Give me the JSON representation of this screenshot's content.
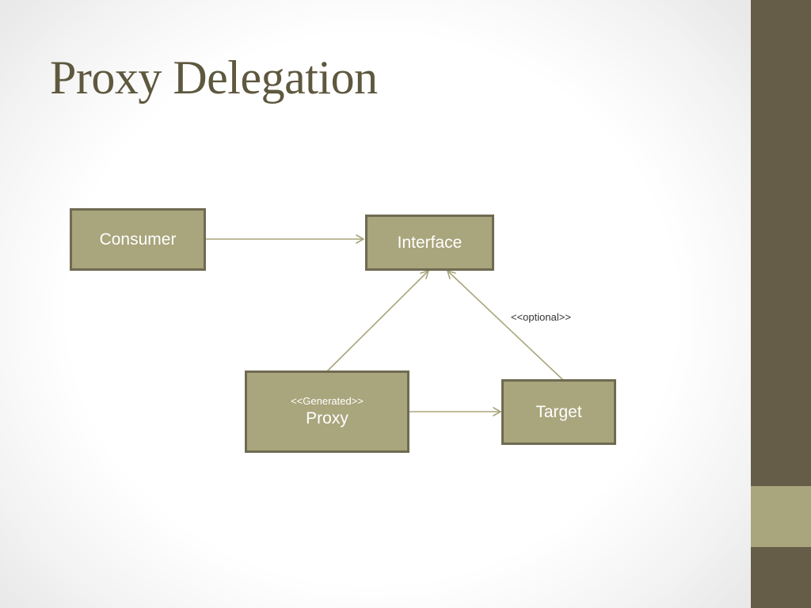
{
  "title": "Proxy Delegation",
  "colors": {
    "box_fill": "#a9a57c",
    "box_border": "#6f6a52",
    "arrow": "#a9a57c",
    "title": "#5e583f",
    "sidebar": "#665d48",
    "sidebar_accent": "#a9a57c"
  },
  "nodes": {
    "consumer": {
      "label": "Consumer"
    },
    "interface": {
      "label": "Interface"
    },
    "proxy": {
      "stereotype": "<<Generated>>",
      "label": "Proxy"
    },
    "target": {
      "label": "Target"
    }
  },
  "edges": [
    {
      "from": "Consumer",
      "to": "Interface"
    },
    {
      "from": "Proxy",
      "to": "Interface"
    },
    {
      "from": "Target",
      "to": "Interface",
      "label": "<<optional>>"
    },
    {
      "from": "Proxy",
      "to": "Target"
    }
  ]
}
